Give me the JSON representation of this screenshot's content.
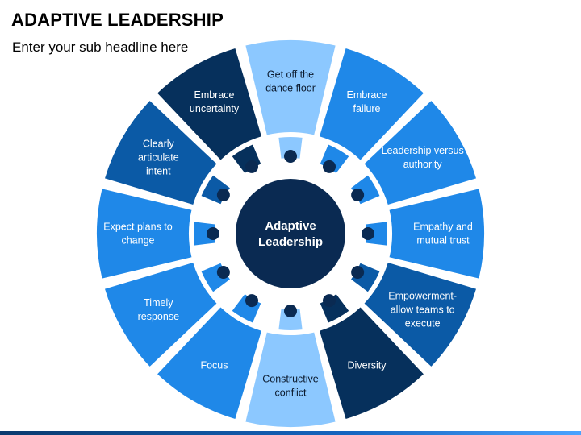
{
  "header": {
    "title": "ADAPTIVE LEADERSHIP",
    "subtitle": "Enter your sub headline here"
  },
  "center": {
    "lines": [
      "Adaptive",
      "Leadership"
    ],
    "color": "#0a2a52"
  },
  "colors": {
    "navy": "#06305c",
    "blue_dark": "#0b5aa6",
    "blue": "#1f88e8",
    "blue_light": "#8cc8ff",
    "connector": "#0a2a52"
  },
  "segments": [
    {
      "lines": [
        "Get off the",
        "dance floor"
      ],
      "tone": "blue_light",
      "text_color": "#0b1a2e"
    },
    {
      "lines": [
        "Embrace",
        "failure"
      ],
      "tone": "blue",
      "text_color": "#ffffff"
    },
    {
      "lines": [
        "Leadership versus",
        "authority"
      ],
      "tone": "blue",
      "text_color": "#ffffff"
    },
    {
      "lines": [
        "Empathy and",
        "mutual trust"
      ],
      "tone": "blue",
      "text_color": "#ffffff"
    },
    {
      "lines": [
        "Empowerment-",
        "allow teams to",
        "execute"
      ],
      "tone": "blue_dark",
      "text_color": "#ffffff"
    },
    {
      "lines": [
        "Diversity"
      ],
      "tone": "navy",
      "text_color": "#ffffff"
    },
    {
      "lines": [
        "Constructive",
        "conflict"
      ],
      "tone": "blue_light",
      "text_color": "#0b1a2e"
    },
    {
      "lines": [
        "Focus"
      ],
      "tone": "blue",
      "text_color": "#ffffff"
    },
    {
      "lines": [
        "Timely",
        "response"
      ],
      "tone": "blue",
      "text_color": "#ffffff"
    },
    {
      "lines": [
        "Expect plans to",
        "change"
      ],
      "tone": "blue",
      "text_color": "#ffffff"
    },
    {
      "lines": [
        "Clearly",
        "articulate",
        "intent"
      ],
      "tone": "blue_dark",
      "text_color": "#ffffff"
    },
    {
      "lines": [
        "Embrace",
        "uncertainty"
      ],
      "tone": "navy",
      "text_color": "#ffffff"
    }
  ]
}
